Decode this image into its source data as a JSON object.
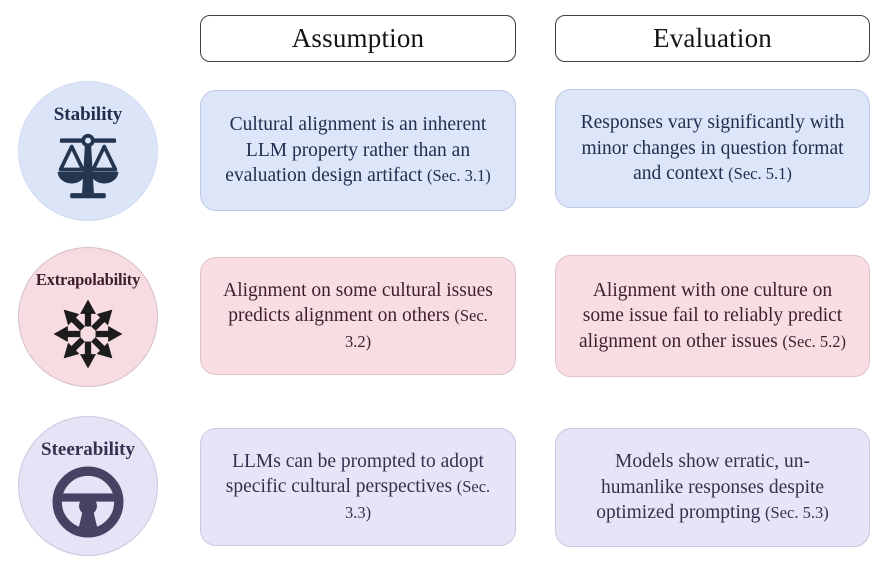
{
  "figure": {
    "columns": [
      {
        "label": "Assumption"
      },
      {
        "label": "Evaluation"
      }
    ]
  },
  "rows": [
    {
      "name": "Stability",
      "icon": "balance-scale-icon",
      "assumption": {
        "text": "Cultural alignment is an inherent LLM property rather than an evaluation design artifact",
        "sec": "(Sec. 3.1)"
      },
      "evaluation": {
        "text": "Responses vary significantly with minor changes in question format and context",
        "sec": "(Sec. 5.1)"
      },
      "theme": {
        "circle_fill": "#dbe5f7",
        "circle_border": "#d2ddf1",
        "box_fill": "#dce6f8",
        "box_border": "#bdc9e6",
        "ink": "#212f4f",
        "icon": "#243550"
      }
    },
    {
      "name": "Extrapolability",
      "icon": "radiating-arrows-icon",
      "assumption": {
        "text": "Alignment on some cultural issues predicts alignment on others",
        "sec": "(Sec. 3.2)"
      },
      "evaluation": {
        "text": "Alignment with one culture on some issue fail to reliably predict alignment on other issues",
        "sec": "(Sec. 5.2)"
      },
      "theme": {
        "circle_fill": "#f7dde2",
        "circle_border": "#d5bfc6",
        "box_fill": "#f8dee3",
        "box_border": "#ddc3ca",
        "ink": "#3f1e2d",
        "icon": "#1d1b1c"
      }
    },
    {
      "name": "Steerability",
      "icon": "steering-wheel-icon",
      "assumption": {
        "text": "LLMs can be prompted to adopt specific cultural perspectives",
        "sec": "(Sec. 3.3)"
      },
      "evaluation": {
        "text": "Models show erratic, un-humanlike responses despite optimized prompting",
        "sec": "(Sec. 5.3)"
      },
      "theme": {
        "circle_fill": "#e7e3f6",
        "circle_border": "#ccc6e0",
        "box_fill": "#e8e4f7",
        "box_border": "#cdc7e1",
        "ink": "#35304f",
        "icon": "#494163"
      }
    }
  ]
}
